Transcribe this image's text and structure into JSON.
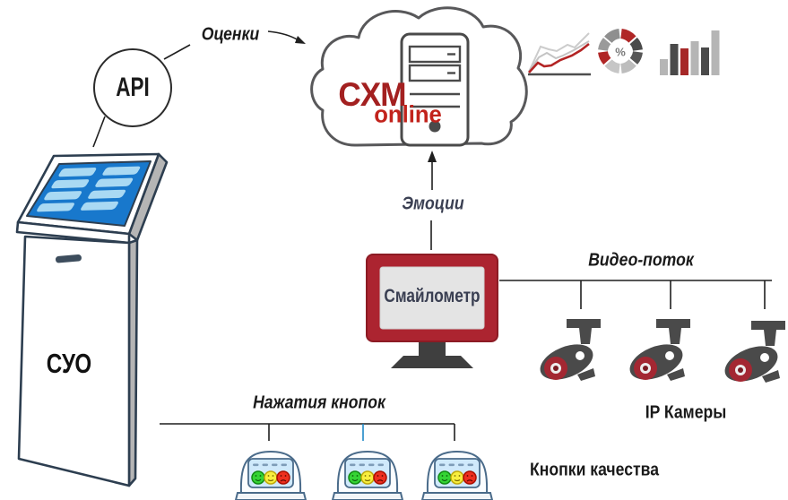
{
  "diagram": {
    "api": {
      "label": "API"
    },
    "kiosk": {
      "label": "СУО"
    },
    "cloud": {
      "brand": "CXM",
      "brand_sub": "online"
    },
    "flows": {
      "ratings": "Оценки",
      "emotions": "Эмоции",
      "video_stream": "Видео-поток",
      "button_presses": "Нажатия кнопок"
    },
    "smilometer": {
      "label": "Смайлометр"
    },
    "cameras": {
      "label": "IP Камеры",
      "count": 3
    },
    "quality_buttons": {
      "label": "Кнопки качества",
      "count": 3
    },
    "donut": {
      "center_label": "%"
    },
    "icons": {
      "line_chart": "line-chart-icon",
      "donut_chart": "donut-chart-icon",
      "bar_chart": "bar-chart-icon",
      "server": "server-icon",
      "cloud": "cloud-icon",
      "camera": "cctv-camera-icon",
      "smiley_buttons": "smiley-buttons-icon"
    },
    "colors": {
      "brand_red": "#a32020",
      "online_red": "#c2231c",
      "monitor_red": "#ac2430",
      "screen_blue": "#1878cc",
      "panel_blue": "#cfe9fb",
      "camera_gray": "#4a4a4a",
      "smiley_green": "#35d435",
      "smiley_yellow": "#f8ef3e",
      "smiley_red": "#ee2f1f",
      "connector_blue": "#1e88c7",
      "chart_red": "#a62828"
    }
  }
}
